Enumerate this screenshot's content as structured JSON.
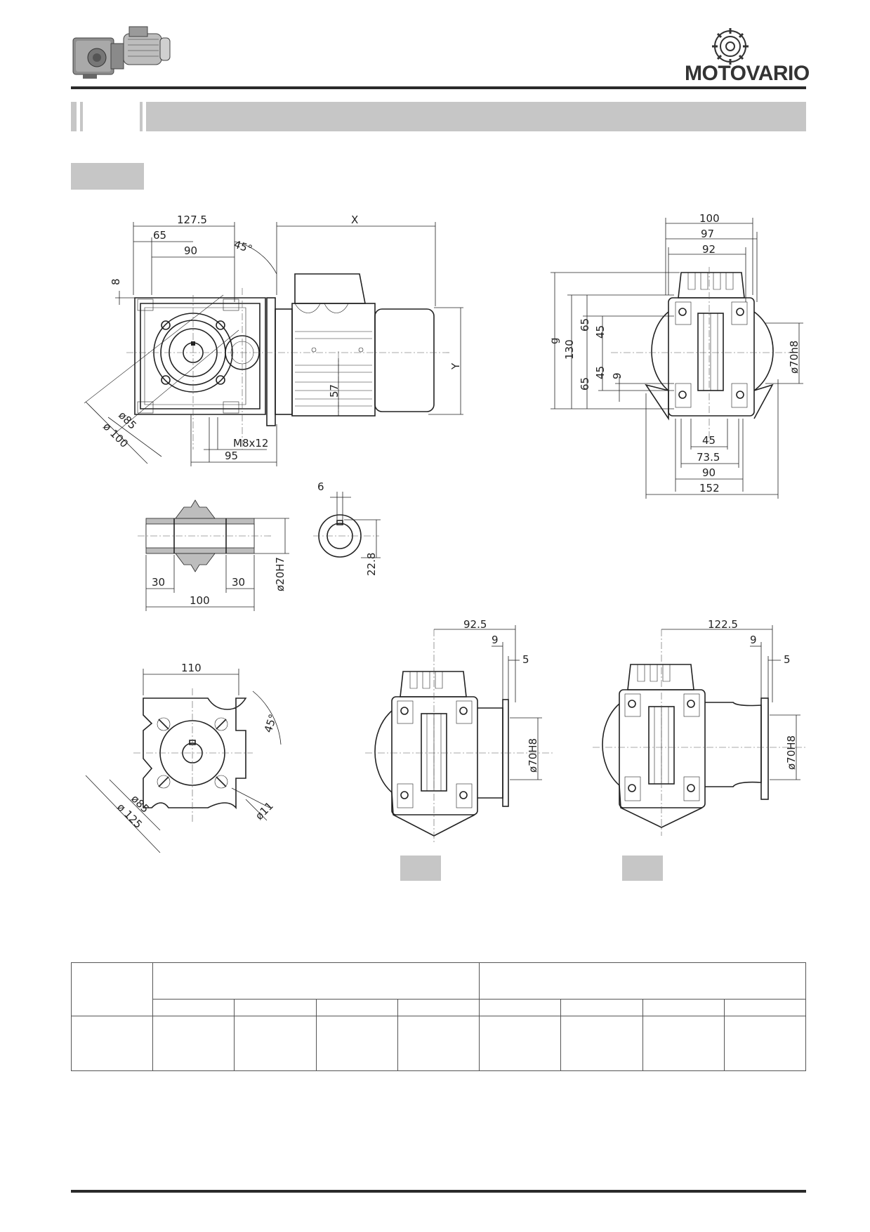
{
  "header": {
    "brand": "MOTOVARIO",
    "logo_icon": "motovario-gear-logo-icon",
    "product_icon": "gearmotor-illustration-icon"
  },
  "colors": {
    "section_bar": "#c6c6c6",
    "rule": "#2a2a2a",
    "ink": "#222222"
  },
  "drawing": {
    "main_view": {
      "dims": [
        "127.5",
        "X",
        "65",
        "45°",
        "90",
        "8",
        "Y",
        "57",
        "ø85",
        "ø 100",
        "M8x12",
        "95"
      ]
    },
    "side_view": {
      "dims": [
        "100",
        "97",
        "92",
        "g",
        "130",
        "65",
        "45",
        "65",
        "45",
        "9",
        "ø70h8",
        "45",
        "73.5",
        "90",
        "152"
      ]
    },
    "shaft_view": {
      "dims": [
        "30",
        "30",
        "100",
        "ø20H7"
      ]
    },
    "keyway_view": {
      "dims": [
        "6",
        "22.8"
      ]
    },
    "flange_view": {
      "dims": [
        "110",
        "45°",
        "ø85",
        "ø 125",
        "ø11"
      ]
    },
    "flange_option_a": {
      "dims": [
        "92.5",
        "9",
        "5",
        "ø70H8"
      ]
    },
    "flange_option_b": {
      "dims": [
        "122.5",
        "9",
        "5",
        "ø70H8"
      ]
    }
  },
  "table": {
    "header_cols": 2,
    "sub_cols": 8,
    "rows": 1
  }
}
